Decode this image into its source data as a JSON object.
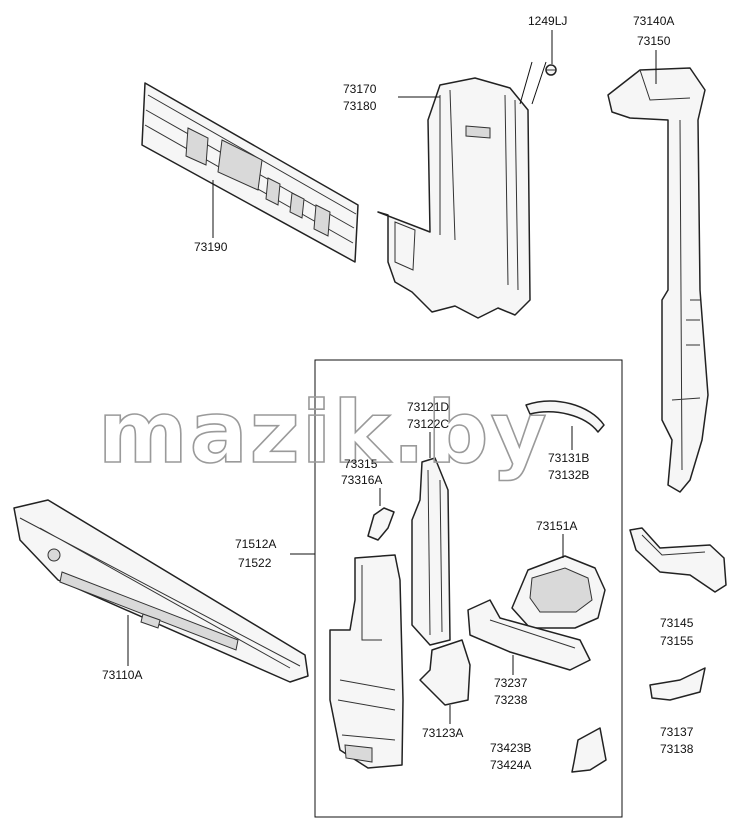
{
  "watermark": "mazik.by",
  "labels": {
    "p1249LJ": "1249LJ",
    "p73140A": "73140A",
    "p73150": "73150",
    "p73170": "73170",
    "p73180": "73180",
    "p73190": "73190",
    "p73121D": "73121D",
    "p73122C": "73122C",
    "p73131B": "73131B",
    "p73132B": "73132B",
    "p73315": "73315",
    "p73316A": "73316A",
    "p73151A": "73151A",
    "p71512A": "71512A",
    "p71522": "71522",
    "p73145": "73145",
    "p73155": "73155",
    "p73110A": "73110A",
    "p73237": "73237",
    "p73238": "73238",
    "p73123A": "73123A",
    "p73423B": "73423B",
    "p73424A": "73424A",
    "p73137": "73137",
    "p73138": "73138"
  },
  "colors": {
    "line": "#222222",
    "fill": "#f6f6f6",
    "watermark": "#9a9a9a"
  }
}
